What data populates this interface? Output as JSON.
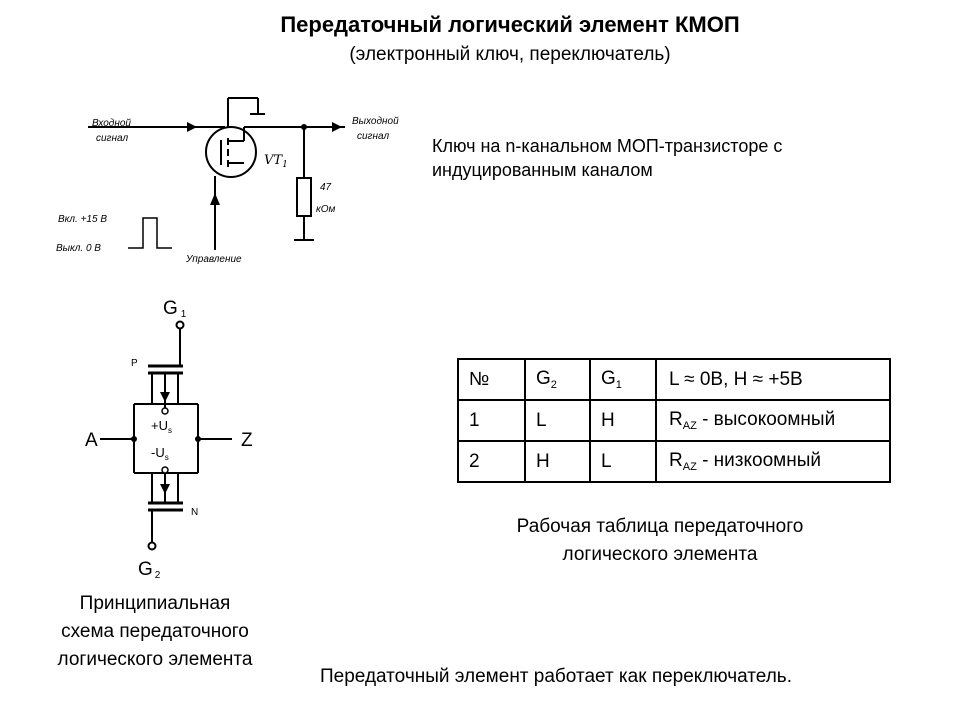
{
  "header": {
    "title": "Передаточный логический элемент КМОП",
    "subtitle": "(электронный ключ, переключатель)"
  },
  "nmos_diagram": {
    "input_label_1": "Входной",
    "input_label_2": "сигнал",
    "output_label_1": "Выходной",
    "output_label_2": "сигнал",
    "transistor_label": "VT",
    "transistor_index": "1",
    "resistor_value": "47",
    "resistor_unit": "кОм",
    "high_level": "Вкл.  +15 В",
    "low_level": "Выкл.  0 В",
    "control_label": "Управление",
    "description_1": "Ключ на n-канальном МОП-транзисторе с",
    "description_2": "индуцированным каналом"
  },
  "schema": {
    "g1_label": "G",
    "g1_index": "1",
    "g2_label": "G",
    "g2_index": "2",
    "p_label": "P",
    "n_label": "N",
    "a_label": "A",
    "z_label": "Z",
    "plus_us": "+U",
    "minus_us": "-U",
    "us_index": "s",
    "caption_1": "Принципиальная",
    "caption_2": "схема передаточного",
    "caption_3": "логического элемента"
  },
  "table": {
    "header": {
      "num": "№",
      "g2": "G",
      "g2_index": "2",
      "g1": "G",
      "g1_index": "1",
      "levels": "L ≈ 0В, H ≈ +5В"
    },
    "rows": [
      {
        "num": "1",
        "g2": "L",
        "g1": "H",
        "r": "R",
        "r_index": "AZ",
        "state": " - высокоомный"
      },
      {
        "num": "2",
        "g2": "H",
        "g1": "L",
        "r": "R",
        "r_index": "AZ",
        "state": " - низкоомный"
      }
    ],
    "caption_1": "Рабочая таблица передаточного",
    "caption_2": "логического элемента"
  },
  "footer": "Передаточный элемент работает как переключатель."
}
